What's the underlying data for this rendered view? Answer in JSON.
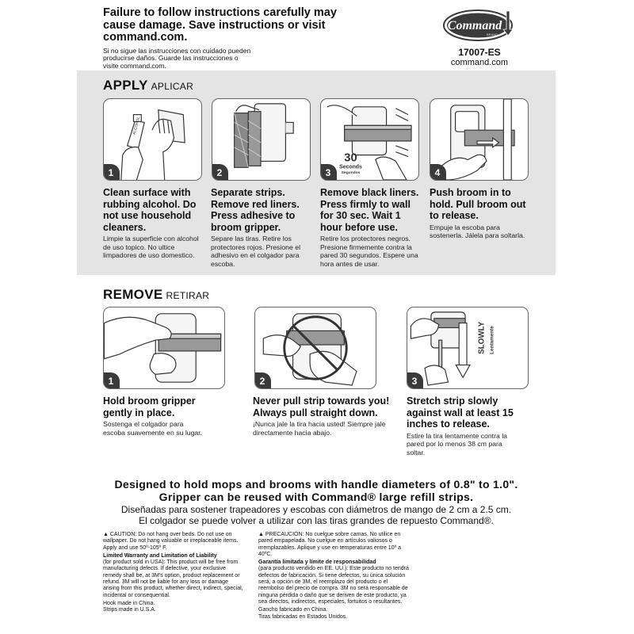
{
  "header": {
    "warning_en": "Failure to follow instructions carefully may cause damage. Save instructions or visit command.com.",
    "warning_es": "Si no sigue las instrucciones con cuidado pueden producirse daños. Guarde las instrucciones o visite command.com.",
    "logo_text": "Command",
    "logo_sub": "BRAND",
    "sku": "17007-ES",
    "site": "command.com"
  },
  "apply": {
    "title": "APPLY",
    "title_es": "APLICAR",
    "steps": [
      {
        "num": "1",
        "en": "Clean surface with rubbing alcohol. Do not use household cleaners.",
        "es": "Limpie la superficie con alcohol de uso topico. No ultice limpadores de uso domestico.",
        "bottle_label": "ALCOHOL"
      },
      {
        "num": "2",
        "en": "Separate strips. Remove red liners. Press adhesive to broom gripper.",
        "es": "Separe las tiras. Retire los protectores rojos. Presione el adhesivo en el colgador para escoba."
      },
      {
        "num": "3",
        "en": "Remove black liners. Press firmly to wall for 30 sec. Wait 1 hour before use.",
        "es": "Retire los protectores negros. Presione firmemente contra la pared 30 segundos. Espere una hora antes de usar.",
        "timer_num": "30",
        "timer_en": "Seconds",
        "timer_es": "Segundos"
      },
      {
        "num": "4",
        "en": "Push broom in to hold. Pull broom out to release.",
        "es": "Empuje la escoba para sostenerla. Jálela para soltarla."
      }
    ]
  },
  "remove": {
    "title": "REMOVE",
    "title_es": "RETIRAR",
    "steps": [
      {
        "num": "1",
        "en": "Hold broom gripper gently in place.",
        "es": "Sostenga el colgador para escoba suavemente en su lugar."
      },
      {
        "num": "2",
        "en": "Never pull strip towards you! Always pull straight down.",
        "es": "¡Nunca jale la tira hacia usted! Siempre jale directamente hacia abajo."
      },
      {
        "num": "3",
        "en": "Stretch strip slowly against wall at least 15 inches to release.",
        "es": "Estire la tira lentamente contra la pared por lo menos 38 cm para soltar.",
        "slowly_en": "SLOWLY",
        "slowly_es": "Lentamente"
      }
    ]
  },
  "banner": {
    "line1_en": "Designed to hold mops and brooms with handle diameters of 0.8\" to 1.0\".",
    "line2_en": "Gripper can be reused with Command® large refill strips.",
    "line1_es": "Diseñadas para sostener trapeadores y escobas con diámetros de mango de 2 cm a 2.5 cm.",
    "line2_es": "El colgador se puede volver a utilizar con las tiras grandes de repuesto Command®."
  },
  "fine_en": {
    "caution": "▲ CAUTION: Do not hang over beds. Do not use on wallpaper. Do not hang valuable or irreplaceable items. Apply and use 50º-105º F.",
    "warranty_title": "Limited Warranty and Limitation of Liability",
    "warranty": "(for product sold in USA): This product will be free from manufacturing defects. If defective, your exclusive remedy shall be, at 3M's option, product replacement or refund. 3M will not be liable for any loss or damage arising from this product, whether direct, indirect, special, incidental or consequential.",
    "origin1": "Hook made in China.",
    "origin2": "Strips made in U.S.A."
  },
  "fine_es": {
    "caution": "▲ PRECAUCIÓN: No cuelgue sobre camas. No utilice en pared empapelada. No cuelgue en artículos valiosos o irremplazables. Aplique y use en temperaturas entre 10º a 40ºC.",
    "warranty_title": "Garantía limitada y límite de responsabilidad",
    "warranty": "(para producto vendido en EE. UU.): Este producto no tendrá defectos de fabricación. Si tiene defectos, su única solución será, a opción de 3M, el reemplazo del producto o el reembolso del precio de compra. 3M no será responsable de ninguna pérdida o daño que se deriven de este producto, ya sea directos, indirectos, especiales, fortuitos o resultantes.",
    "origin1": "Gancho fabricado en China.",
    "origin2": "Tiras fabricadas en Estados Unidos."
  },
  "colors": {
    "band": "#e4e4e4",
    "text": "#111111",
    "badge": "#3a3a3a",
    "logo_bg": "#3b3b3b"
  }
}
